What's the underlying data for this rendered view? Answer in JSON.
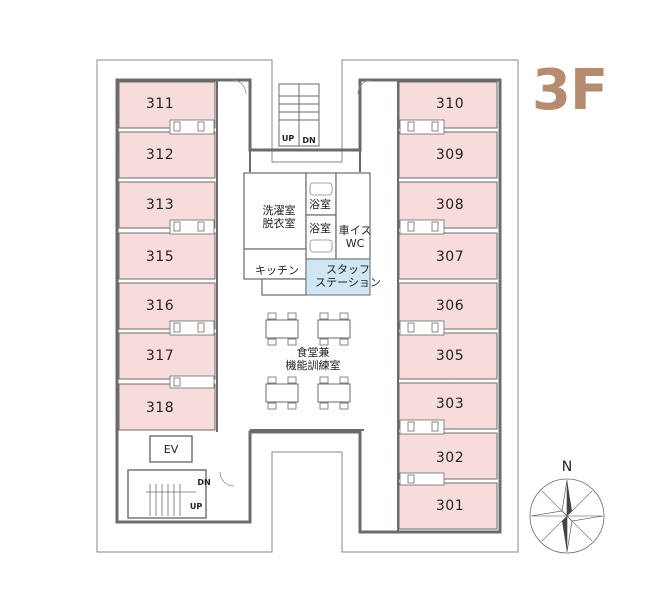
{
  "floor": "3F",
  "rooms_left": [
    "311",
    "312",
    "313",
    "315",
    "316",
    "317",
    "318"
  ],
  "rooms_right": [
    "310",
    "309",
    "308",
    "307",
    "306",
    "305",
    "303",
    "302",
    "301"
  ],
  "labels": {
    "laundry_line1": "洗濯室",
    "laundry_line2": "脱衣室",
    "bath1": "浴室",
    "bath2": "浴室",
    "wc_line1": "車イス",
    "wc_line2": "WC",
    "kitchen": "キッチン",
    "staff_line1": "スタッフ",
    "staff_line2": "ステーション",
    "dining_line1": "食堂兼",
    "dining_line2": "機能訓練室",
    "ev": "EV",
    "stair_top_up": "UP",
    "stair_top_dn": "DN",
    "stair_bottom_dn": "DN",
    "stair_bottom_up": "UP"
  },
  "compass": {
    "north_label": "N"
  },
  "colors": {
    "room_fill": "#f8dcdc",
    "staff_fill": "#cfe6f4",
    "wall": "#6b6b6b",
    "floor_label": "#b58c70"
  }
}
